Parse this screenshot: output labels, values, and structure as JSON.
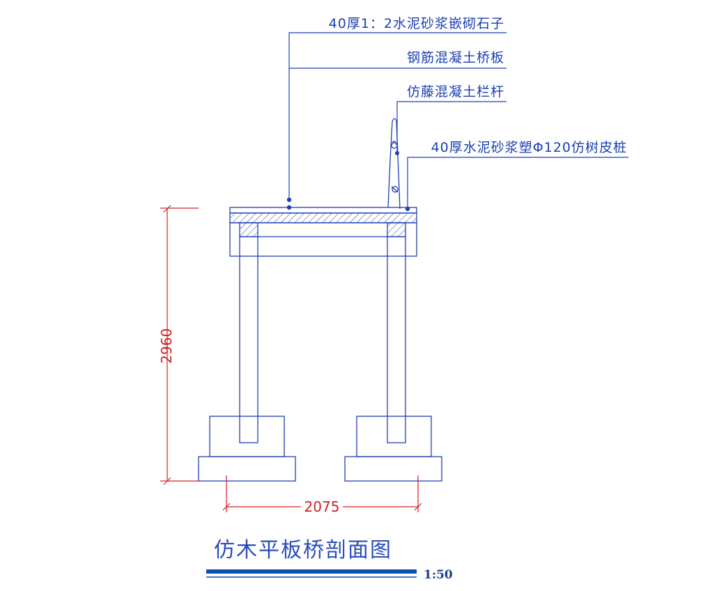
{
  "annotations": {
    "mortar_stone": "40厚1：2水泥砂浆嵌砌石子",
    "rc_slab": "钢筋混凝土桥板",
    "railing": "仿藤混凝土栏杆",
    "pile": "40厚水泥砂浆塑Φ120仿树皮桩"
  },
  "dimensions": {
    "height": "2960",
    "span": "2075"
  },
  "title": "仿木平板桥剖面图",
  "scale": "1:50",
  "colors": {
    "linework": "#1f3fb3",
    "dimension": "#d42020",
    "title_bar": "#0a4fb0"
  }
}
